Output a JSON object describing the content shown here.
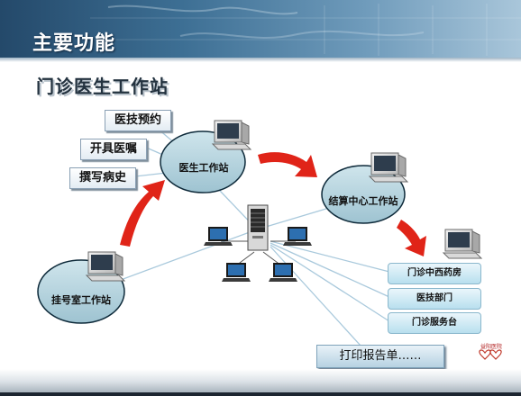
{
  "header": {
    "title": "主要功能",
    "subtitle": "门诊医生工作站"
  },
  "nodes": {
    "doctor": "医生工作站",
    "settlement": "结算中心工作站",
    "registration": "挂号室工作站"
  },
  "doctor_functions": [
    "医技预约",
    "开具医嘱",
    "撰写病史"
  ],
  "departments": [
    "门诊中西药房",
    "医技部门",
    "门诊服务台"
  ],
  "print_label": "打印报告单……",
  "logo": {
    "text": "益阳医院"
  },
  "colors": {
    "banner": "#2e5a7e",
    "ellipse_fill": "#a9ccd8",
    "arrow": "#e02418",
    "link_line": "#a9c9dc"
  }
}
